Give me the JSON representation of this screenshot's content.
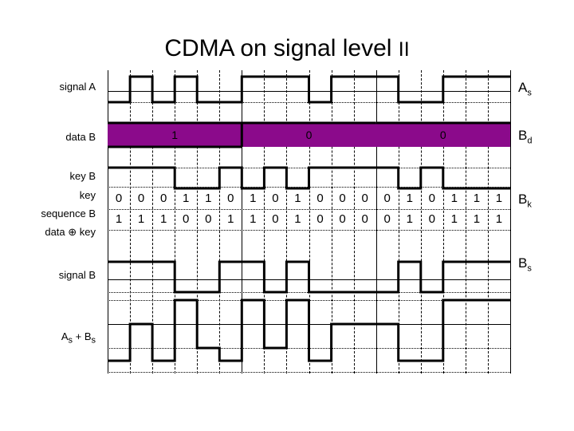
{
  "title": {
    "main": "CDMA on signal level ",
    "suffix": "II"
  },
  "left_labels": [
    {
      "name": "signal-a-label",
      "text": "signal A"
    },
    {
      "name": "data-b-label",
      "text": "data B"
    },
    {
      "name": "key-b-label",
      "text": "key B"
    },
    {
      "name": "key-label",
      "text": "key"
    },
    {
      "name": "sequence-b-label",
      "text": "sequence B"
    },
    {
      "name": "data-xor-key-label",
      "text": "data ⊕ key"
    },
    {
      "name": "signal-b-label",
      "text": "signal B"
    },
    {
      "name": "sum-label",
      "text": "A"
    }
  ],
  "sum_label": {
    "a": "A",
    "a_sub": "s",
    "plus": " + ",
    "b": "B",
    "b_sub": "s"
  },
  "right_labels": [
    {
      "name": "as-right-label",
      "base": "A",
      "sub": "s"
    },
    {
      "name": "bd-right-label",
      "base": "B",
      "sub": "d"
    },
    {
      "name": "bk-right-label",
      "base": "B",
      "sub": "k"
    },
    {
      "name": "bs-right-label",
      "base": "B",
      "sub": "s"
    }
  ],
  "grid": {
    "slots": 18,
    "bits_per_symbol": 6,
    "symbol_boundaries": [
      0,
      6,
      12,
      18
    ]
  },
  "colors": {
    "data_band": "#8B0A8B",
    "stroke": "#000000",
    "background": "#ffffff"
  },
  "chart_data": {
    "type": "line",
    "title": "CDMA on signal level II",
    "xlabel": "",
    "ylabel": "",
    "x": [
      1,
      2,
      3,
      4,
      5,
      6,
      7,
      8,
      9,
      10,
      11,
      12,
      13,
      14,
      15,
      16,
      17,
      18
    ],
    "series": [
      {
        "name": "signal A (As)",
        "values": [
          0,
          1,
          0,
          1,
          0,
          0,
          1,
          1,
          1,
          0,
          1,
          1,
          1,
          0,
          0,
          1,
          1,
          1
        ]
      },
      {
        "name": "key sequence B (Bk)",
        "values": [
          0,
          0,
          0,
          1,
          1,
          0,
          1,
          0,
          1,
          0,
          0,
          0,
          0,
          1,
          0,
          1,
          1,
          1
        ]
      },
      {
        "name": "data xor key (Bs)",
        "values": [
          1,
          1,
          1,
          0,
          0,
          1,
          1,
          0,
          1,
          0,
          0,
          0,
          0,
          1,
          0,
          1,
          1,
          1
        ]
      },
      {
        "name": "As + Bs",
        "values": [
          -1,
          1,
          -1,
          2,
          0,
          -1,
          2,
          0,
          2,
          -1,
          1,
          1,
          1,
          -1,
          -1,
          2,
          2,
          2
        ]
      }
    ],
    "data_b_bits": [
      {
        "label": "1",
        "start": 1,
        "end": 6
      },
      {
        "label": "0",
        "start": 7,
        "end": 12
      },
      {
        "label": "0",
        "start": 13,
        "end": 18
      }
    ],
    "key_row": [
      "0",
      "0",
      "0",
      "1",
      "1",
      "0",
      "1",
      "0",
      "1",
      "0",
      "0",
      "0",
      "0",
      "1",
      "0",
      "1",
      "1",
      "1"
    ],
    "xor_row": [
      "1",
      "1",
      "1",
      "0",
      "0",
      "1",
      "1",
      "0",
      "1",
      "0",
      "0",
      "0",
      "0",
      "1",
      "0",
      "1",
      "1",
      "1"
    ],
    "legend": [
      "As",
      "Bd",
      "Bk",
      "Bs"
    ],
    "grid": true
  }
}
